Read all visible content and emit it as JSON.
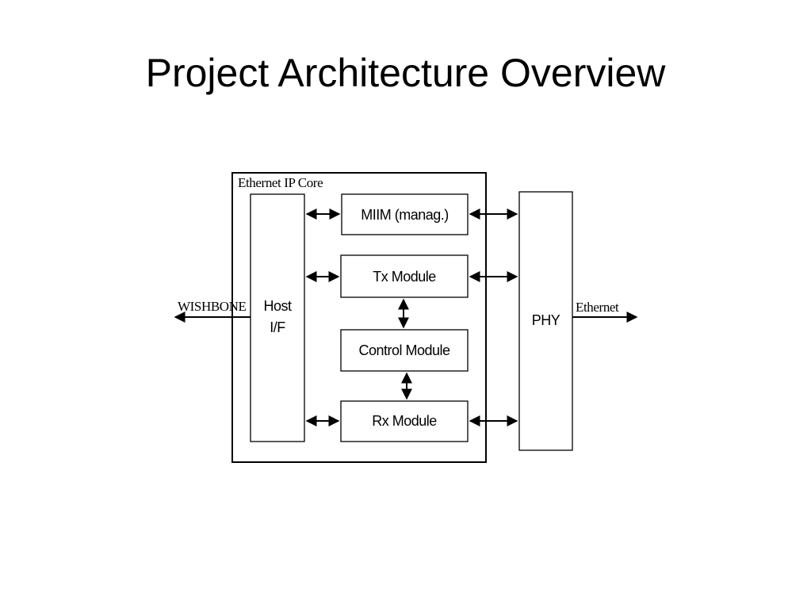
{
  "slide": {
    "title": "Project Architecture Overview"
  },
  "diagram": {
    "core_label": "Ethernet IP Core",
    "host_if_line1": "Host",
    "host_if_line2": "I/F",
    "miim_label": "MIIM (manag.)",
    "tx_label": "Tx Module",
    "control_label": "Control Module",
    "rx_label": "Rx Module",
    "phy_label": "PHY",
    "wishbone_label": "WISHBONE",
    "ethernet_label": "Ethernet"
  },
  "colors": {
    "stroke": "#000000",
    "background": "#ffffff"
  }
}
